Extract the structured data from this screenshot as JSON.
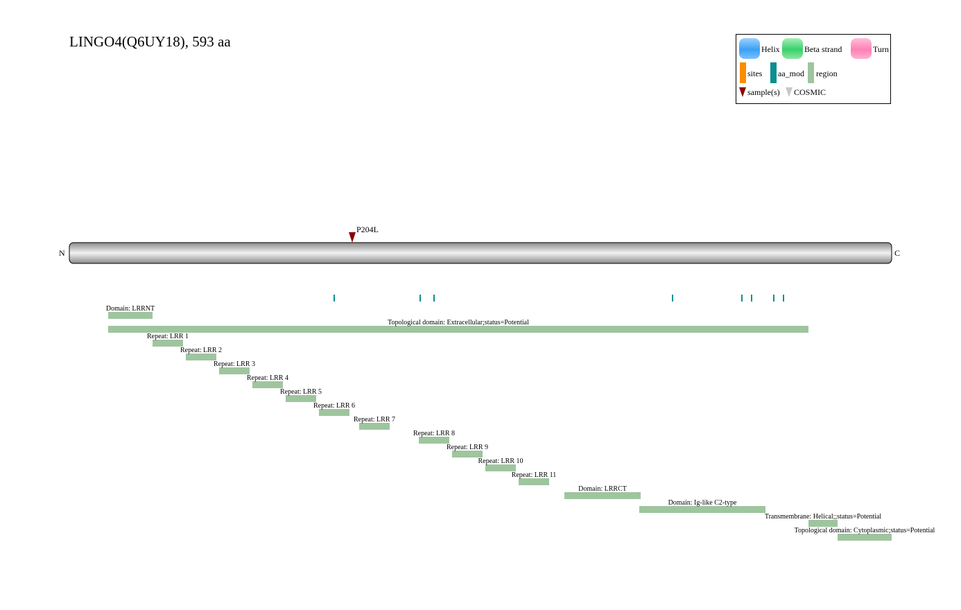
{
  "protein": {
    "title": "LINGO4(Q6UY18), 593 aa",
    "length": 593,
    "n_label": "N",
    "c_label": "C"
  },
  "legend": {
    "helix": "Helix",
    "beta": "Beta strand",
    "turn": "Turn",
    "sites": "sites",
    "aa_mod": "aa_mod",
    "region": "region",
    "samples": "sample(s)",
    "cosmic": "COSMIC"
  },
  "colors": {
    "region": "#9fc59f",
    "aa_mod": "#0a8f8f",
    "sample_marker": "#8b0000",
    "cosmic_marker": "#c8c8c8",
    "sites": "#ff8c00"
  },
  "mutations": [
    {
      "label": "P204L",
      "position": 204
    }
  ],
  "aa_mod_positions": [
    191,
    253,
    263,
    435,
    485,
    492,
    508,
    515
  ],
  "regions": [
    {
      "label": "Domain: LRRNT",
      "start": 28,
      "end": 60
    },
    {
      "label": "Topological domain: Extracellular;status=Potential",
      "start": 28,
      "end": 533
    },
    {
      "label": "Repeat: LRR 1",
      "start": 60,
      "end": 82
    },
    {
      "label": "Repeat: LRR 2",
      "start": 84,
      "end": 106
    },
    {
      "label": "Repeat: LRR 3",
      "start": 108,
      "end": 130
    },
    {
      "label": "Repeat: LRR 4",
      "start": 132,
      "end": 154
    },
    {
      "label": "Repeat: LRR 5",
      "start": 156,
      "end": 178
    },
    {
      "label": "Repeat: LRR 6",
      "start": 180,
      "end": 202
    },
    {
      "label": "Repeat: LRR 7",
      "start": 209,
      "end": 231
    },
    {
      "label": "Repeat: LRR 8",
      "start": 252,
      "end": 274
    },
    {
      "label": "Repeat: LRR 9",
      "start": 276,
      "end": 298
    },
    {
      "label": "Repeat: LRR 10",
      "start": 300,
      "end": 322
    },
    {
      "label": "Repeat: LRR 11",
      "start": 324,
      "end": 346
    },
    {
      "label": "Domain: LRRCT",
      "start": 357,
      "end": 412
    },
    {
      "label": "Domain: Ig-like C2-type",
      "start": 411,
      "end": 502
    },
    {
      "label": "Transmembrane: Helical;;status=Potential",
      "start": 533,
      "end": 554
    },
    {
      "label": "Topological domain: Cytoplasmic;status=Potential",
      "start": 554,
      "end": 593
    }
  ]
}
